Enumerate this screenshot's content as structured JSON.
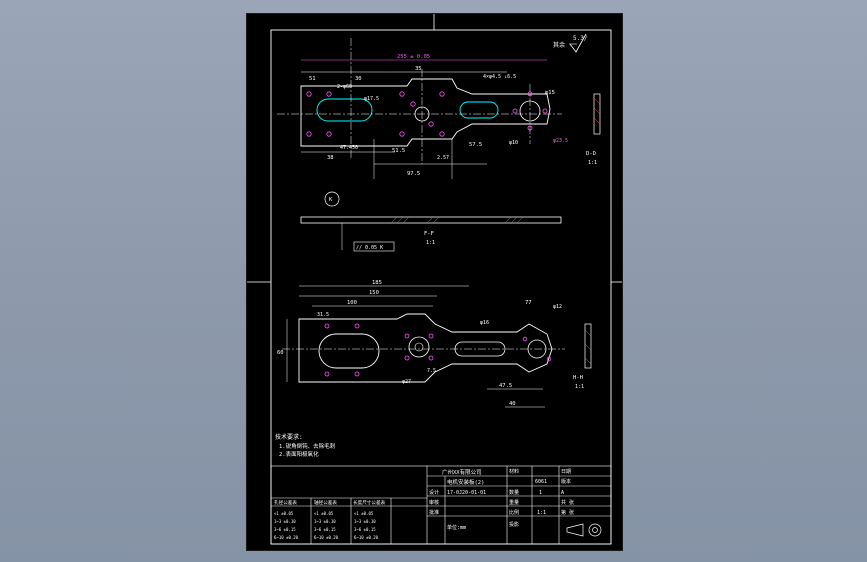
{
  "drawing": {
    "surface_finish_symbol": "5.3/",
    "remaining_label": "其余",
    "top_view": {
      "overall_length": "255 ± 0.05",
      "dim_35": "35",
      "dim_51": "51",
      "dim_30": "30",
      "dim_2x60": "2-φ60",
      "dim_holes": "4×φ4.5 ↓6.5",
      "dim_15": "φ15",
      "dim_17_5": "φ17.5",
      "dim_47": "47.450",
      "dim_51_5": "51.5",
      "dim_57_5": "57.5",
      "dim_10": "φ10",
      "dim_23": "φ23.5",
      "dim_2_5": "2.57",
      "dim_97_5": "97.5",
      "dim_38": "38",
      "section_label": "D-D",
      "section_scale": "1:1"
    },
    "side_view": {
      "detail_marker": "K",
      "flatness_tol": "// 0.05 K",
      "section_label": "F-F",
      "section_scale": "1:1"
    },
    "bottom_view": {
      "dim_185": "185",
      "dim_150": "150",
      "dim_100": "100",
      "dim_77": "77",
      "dim_12": "φ12",
      "dim_31_5": "31.5",
      "dim_16": "φ16",
      "dim_7_5": "7.5",
      "dim_27": "φ27",
      "dim_47_5": "47.5",
      "dim_40": "40",
      "dim_60": "60",
      "section_label": "H-H",
      "section_scale": "1:1"
    },
    "notes": {
      "heading": "技术要求:",
      "line1": "1.锐角倒钝、去除毛刺",
      "line2": "2.表面阳极氧化"
    },
    "title_block": {
      "company": "广州XX有限公司",
      "part_name": "电机安装板(2)",
      "drawing_no": "17-0J20-01-01",
      "material_label": "材料",
      "material": "6061",
      "scale_label": "比例",
      "scale": "1:1",
      "sheet_label": "第 张",
      "count_label": "数量",
      "count": "1",
      "weight_label": "重量",
      "designer_label": "设计",
      "checker_label": "审核",
      "approver_label": "批准",
      "date_label": "日期",
      "rev_label": "版本",
      "rev": "A",
      "page_label": "共 张",
      "proj_label": "投影",
      "tol_head1": "孔径公差表",
      "tol_head2": "轴径公差表",
      "tol_head3": "长度尺寸公差表",
      "tol_rows": [
        "<1   ±0.05",
        "1~3  ±0.10",
        "3~6  ±0.15",
        "6~10 ±0.20"
      ],
      "unit_label": "单位:mm"
    }
  }
}
